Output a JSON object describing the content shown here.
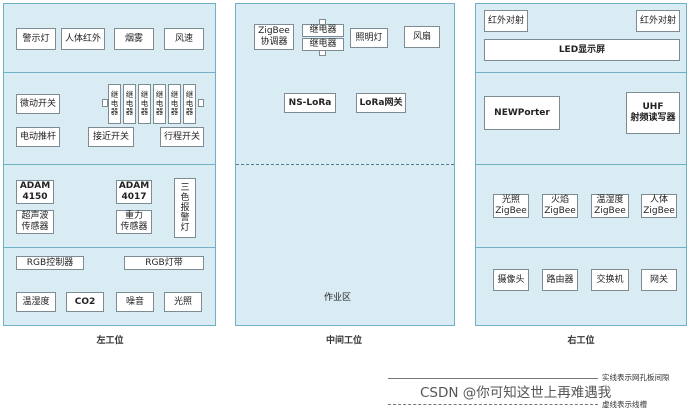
{
  "left_station": {
    "caption": "左工位",
    "row1": [
      "警示灯",
      "人体红外",
      "烟雾",
      "风速"
    ],
    "row2": {
      "micro_switch": "微动开关",
      "relay_label": "继\n电\n器",
      "relay_count": 6,
      "push_rod": "电动推杆",
      "proximity_switch": "接近开关",
      "travel_switch": "行程开关"
    },
    "row3": {
      "adam4150": "ADAM\n4150",
      "adam4017": "ADAM\n4017",
      "ultrasonic": "超声波\n传感器",
      "gravity": "重力\n传感器",
      "tricolor_light": "三\n色\n报\n警\n灯"
    },
    "row4": {
      "rgb_controller": "RGB控制器",
      "rgb_strip": "RGB灯带"
    },
    "row5": [
      "温湿度",
      "CO2",
      "噪音",
      "光照"
    ]
  },
  "middle_station": {
    "caption": "中间工位",
    "zigbee_coordinator": "ZigBee\n协调器",
    "relay_top": "继电器",
    "relay_bottom": "继电器",
    "light": "照明灯",
    "fan": "风扇",
    "ns_lora": "NS-LoRa",
    "lora_gateway": "LoRa网关",
    "work_area": "作业区"
  },
  "right_station": {
    "caption": "右工位",
    "ir_left": "红外对射",
    "ir_right": "红外对射",
    "led_screen": "LED显示屏",
    "newporter": "NEWPorter",
    "uhf": "UHF\n射频读写器",
    "zigbee_row": [
      "光照\nZigBee",
      "火焰\nZigBee",
      "温湿度\nZigBee",
      "人体\nZigBee"
    ],
    "network_row": [
      "摄像头",
      "路由器",
      "交换机",
      "网关"
    ]
  },
  "legend": {
    "solid_label": "实线表示网孔板间隙",
    "dashed_label": "虚线表示线槽"
  },
  "watermark": "CSDN @你可知这世上再难遇我",
  "colors": {
    "station_fill": "#d9ecf3",
    "station_border": "#6fb0c6",
    "box_border": "#7d8c93"
  }
}
